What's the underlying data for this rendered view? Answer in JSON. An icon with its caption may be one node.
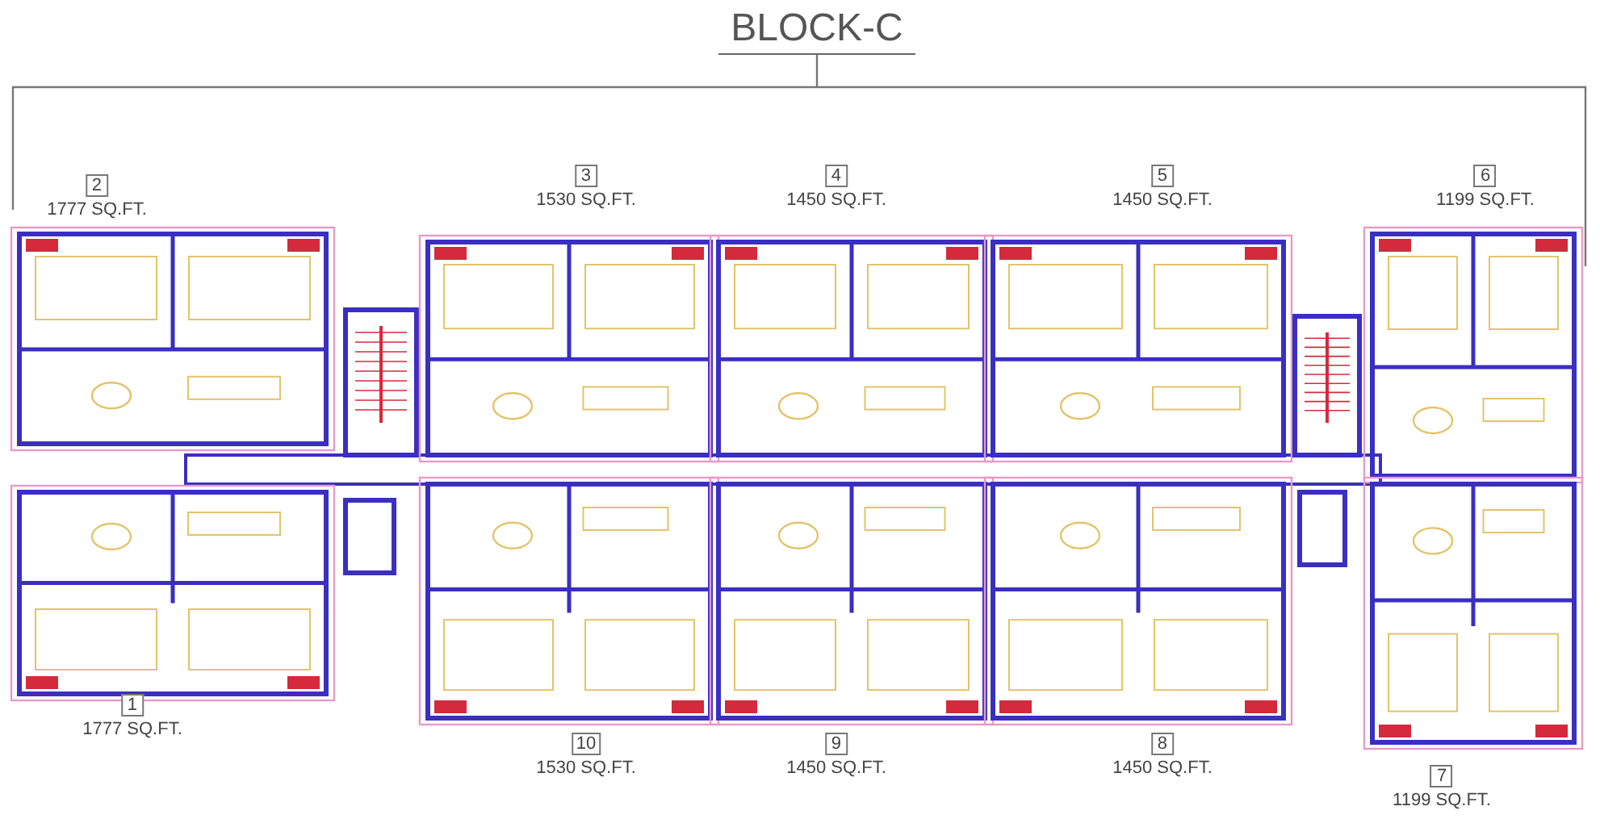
{
  "diagram": {
    "title": "BLOCK-C",
    "nodes": [
      {
        "text": [
          "2"
        ],
        "beside": [
          "1777 SQ.FT."
        ]
      },
      {
        "text": [
          "3"
        ],
        "beside": [
          "1530 SQ.FT."
        ]
      },
      {
        "text": [
          "4"
        ],
        "beside": [
          "1450 SQ.FT."
        ]
      },
      {
        "text": [
          "5"
        ],
        "beside": [
          "1450 SQ.FT."
        ]
      },
      {
        "text": [
          "6"
        ],
        "beside": [
          "1199 SQ.FT."
        ]
      },
      {
        "text": [
          "1"
        ],
        "beside": [
          "1777 SQ.FT."
        ]
      },
      {
        "text": [
          "10"
        ],
        "beside": [
          "1530 SQ.FT."
        ]
      },
      {
        "text": [
          "9"
        ],
        "beside": [
          "1450 SQ.FT."
        ]
      },
      {
        "text": [
          "8"
        ],
        "beside": [
          "1450 SQ.FT."
        ]
      },
      {
        "text": [
          "7"
        ],
        "beside": [
          "1199 SQ.FT."
        ]
      }
    ]
  }
}
